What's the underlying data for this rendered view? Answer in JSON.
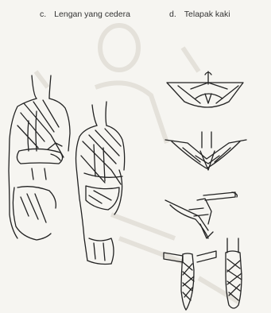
{
  "section_c": {
    "letter": "c.",
    "title": "Lengan yang cedera"
  },
  "section_d": {
    "letter": "d.",
    "title": "Telapak kaki"
  }
}
